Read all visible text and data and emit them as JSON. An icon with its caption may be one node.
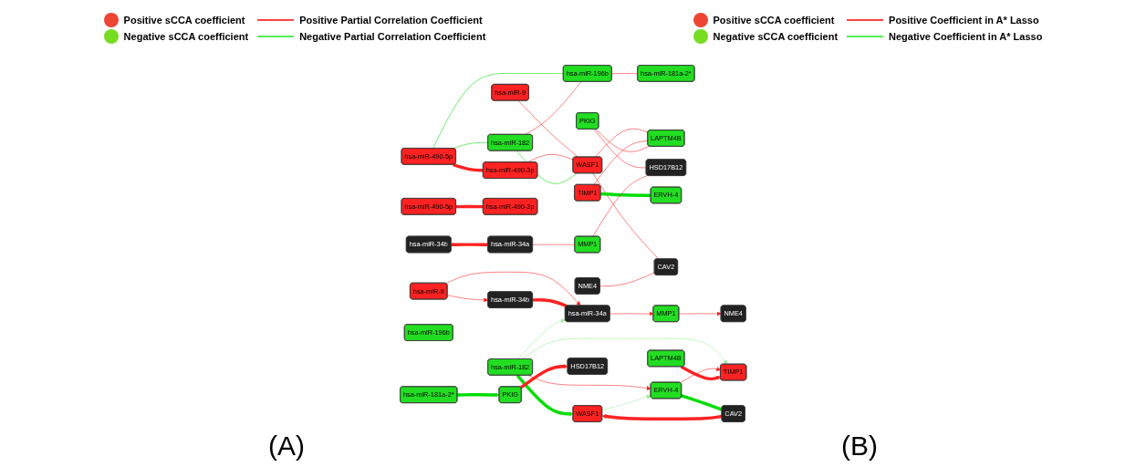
{
  "diagram": {
    "nodes": [
      {
        "text": [
          "hsa-miR-9"
        ]
      },
      {
        "text": [
          "hsa-miR-490-5p"
        ]
      },
      {
        "text": [
          "hsa-miR-490-3p"
        ]
      },
      {
        "text": [
          "hsa-miR-34b"
        ]
      },
      {
        "text": [
          "hsa-miR-34a"
        ]
      },
      {
        "text": [
          "hsa-miR-196b"
        ]
      },
      {
        "text": [
          "hsa-miR-182"
        ]
      },
      {
        "text": [
          "hsa-miR-181a-2*"
        ]
      },
      {
        "text": [
          "WASF1"
        ]
      },
      {
        "text": [
          "TIMP1"
        ]
      },
      {
        "text": [
          "PKIG"
        ]
      },
      {
        "text": [
          "NME4"
        ]
      },
      {
        "text": [
          "MMP1"
        ]
      },
      {
        "text": [
          "LAPTM4B"
        ]
      },
      {
        "text": [
          "HSD17B12"
        ]
      },
      {
        "text": [
          "ERVH-4"
        ]
      },
      {
        "text": [
          "CAV2"
        ]
      },
      {
        "text": [
          "hsa-miR-9"
        ]
      },
      {
        "text": [
          "hsa-miR-490-5p"
        ]
      },
      {
        "text": [
          "hsa-miR-490-3p"
        ]
      },
      {
        "text": [
          "hsa-miR-34b"
        ]
      },
      {
        "text": [
          "hsa-miR-34a"
        ]
      },
      {
        "text": [
          "hsa-miR-196b"
        ]
      },
      {
        "text": [
          "hsa-miR-182"
        ]
      },
      {
        "text": [
          "hsa-miR-181a-2*"
        ]
      },
      {
        "text": [
          "WASF1"
        ]
      },
      {
        "text": [
          "TIMP1"
        ]
      },
      {
        "text": [
          "PKIG"
        ]
      },
      {
        "text": [
          "NME4"
        ]
      },
      {
        "text": [
          "MMP1"
        ]
      },
      {
        "text": [
          "LAPTM4B"
        ]
      },
      {
        "text": [
          "HSD17B12"
        ]
      },
      {
        "text": [
          "ERVH-4"
        ]
      },
      {
        "text": [
          "CAV2"
        ]
      }
    ],
    "edges": [
      {
        "from": 0,
        "to": 8,
        "arrow": "none"
      },
      {
        "from": 1,
        "to": 2,
        "arrow": "none",
        "style": "thick"
      },
      {
        "from": 2,
        "to": 8,
        "arrow": "none"
      },
      {
        "from": 1,
        "to": 5,
        "arrow": "none",
        "color": "#00dd00"
      },
      {
        "from": 1,
        "to": 6,
        "arrow": "none",
        "color": "#00dd00"
      },
      {
        "from": 3,
        "to": 4,
        "arrow": "none",
        "style": "thick"
      },
      {
        "from": 4,
        "to": 12,
        "arrow": "none"
      },
      {
        "from": 6,
        "to": 5,
        "arrow": "none"
      },
      {
        "from": 5,
        "to": 7,
        "arrow": "none"
      },
      {
        "from": 6,
        "to": 8,
        "arrow": "none",
        "color": "#00dd00"
      },
      {
        "from": 8,
        "to": 16,
        "arrow": "none"
      },
      {
        "from": 8,
        "to": 13,
        "arrow": "none"
      },
      {
        "from": 9,
        "to": 15,
        "arrow": "none",
        "style": "thick",
        "color": "#00dd00"
      },
      {
        "from": 9,
        "to": 13,
        "arrow": "none"
      },
      {
        "from": 10,
        "to": 14,
        "arrow": "none"
      },
      {
        "from": 10,
        "to": 13,
        "arrow": "none"
      },
      {
        "from": 11,
        "to": 16,
        "arrow": "none"
      },
      {
        "from": 12,
        "to": 14,
        "arrow": "none"
      },
      {
        "from": 17,
        "to": 20,
        "arrow": "to"
      },
      {
        "from": 17,
        "to": 21,
        "arrow": "to"
      },
      {
        "from": 18,
        "to": 19,
        "arrow": "none",
        "style": "thick"
      },
      {
        "from": 20,
        "to": 21,
        "arrow": "none",
        "style": "thick"
      },
      {
        "from": 23,
        "to": 21,
        "arrow": "to",
        "color": "#99ee99"
      },
      {
        "from": 21,
        "to": 29,
        "arrow": "to"
      },
      {
        "from": 23,
        "to": 25,
        "arrow": "to",
        "style": "thick",
        "color": "#00dd00"
      },
      {
        "from": 23,
        "to": 26,
        "arrow": "to",
        "color": "#99ee99"
      },
      {
        "from": 24,
        "to": 27,
        "arrow": "to",
        "style": "thick",
        "color": "#00dd00"
      },
      {
        "from": 23,
        "to": 32,
        "arrow": "to"
      },
      {
        "from": 33,
        "to": 25,
        "arrow": "to",
        "style": "thick"
      },
      {
        "from": 32,
        "to": 26,
        "arrow": "to"
      },
      {
        "from": 25,
        "to": 32,
        "arrow": "to",
        "color": "#99ee99"
      },
      {
        "from": 27,
        "to": 31,
        "arrow": "to",
        "style": "thick"
      },
      {
        "from": 30,
        "to": 26,
        "arrow": "to",
        "style": "thick"
      },
      {
        "from": 29,
        "to": 28,
        "arrow": "to"
      },
      {
        "from": 32,
        "to": 33,
        "arrow": "none",
        "style": "thick",
        "color": "#00dd00"
      }
    ],
    "labels": [
      "(A)",
      "(B)"
    ],
    "legend": [
      {
        "text": "Positive sCCA coefficient",
        "color": "#ee4433"
      },
      {
        "text": "Negative sCCA coefficient",
        "color": "#77dd22"
      },
      {
        "text": "Positive Partial Correlation Coefficient"
      },
      {
        "text": "Negative Partial Correlation Coefficient"
      },
      {
        "text": "Positive sCCA coefficient",
        "color": "#ee4433"
      },
      {
        "text": "Negative sCCA coefficient",
        "color": "#77dd22"
      },
      {
        "text": "Positive Coefficient in A* Lasso"
      },
      {
        "text": "Negative Coefficient in A* Lasso"
      }
    ]
  }
}
